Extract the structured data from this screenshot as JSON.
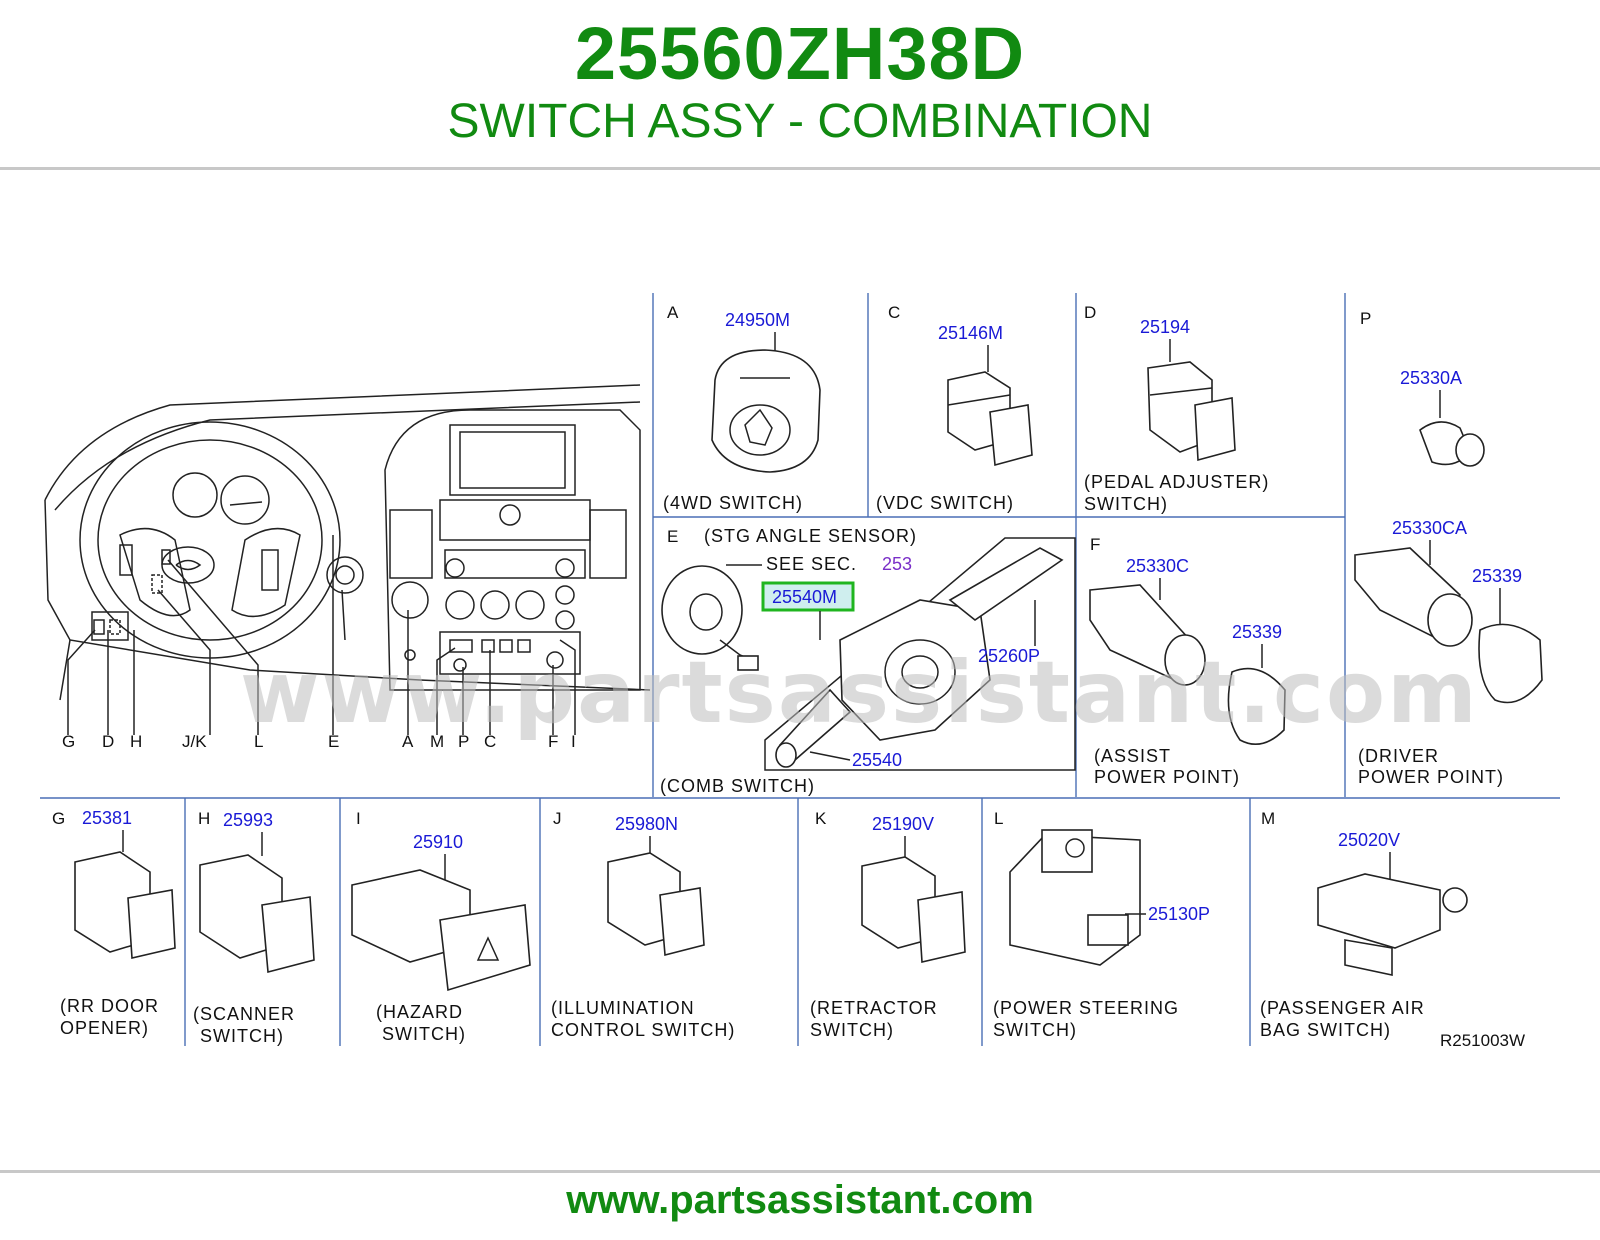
{
  "header": {
    "part_number": "25560ZH38D",
    "description": "SWITCH ASSY - COMBINATION"
  },
  "footer": {
    "url": "www.partsassistant.com"
  },
  "watermark": "www.partsassistant.com",
  "diagram_code": "R251003W",
  "dash_letters": [
    "G",
    "D",
    "H",
    "J/K",
    "L",
    "E",
    "A",
    "M",
    "P",
    "C",
    "F",
    "I"
  ],
  "panels": {
    "A": {
      "letter": "A",
      "part": "24950M",
      "caption": [
        "(4WD  SWITCH)"
      ]
    },
    "C": {
      "letter": "C",
      "part": "25146M",
      "caption": [
        "(VDC  SWITCH)"
      ]
    },
    "D": {
      "letter": "D",
      "part": "25194",
      "caption": [
        "(PEDAL  ADJUSTER)",
        "SWITCH)"
      ]
    },
    "P": {
      "letter": "P",
      "parts": [
        "25330A",
        "25330CA",
        "25339"
      ],
      "caption": [
        "(DRIVER",
        "POWER  POINT)"
      ]
    },
    "E": {
      "letter": "E",
      "title": "(STG  ANGLE  SENSOR)",
      "see_sec": "SEE  SEC.",
      "sec_no": "253",
      "highlight": "25540M",
      "parts": [
        "25260P",
        "25540"
      ],
      "caption": [
        "(COMB  SWITCH)"
      ]
    },
    "F": {
      "letter": "F",
      "parts": [
        "25330C",
        "25339"
      ],
      "caption": [
        "(ASSIST",
        "POWER  POINT)"
      ]
    },
    "G": {
      "letter": "G",
      "part": "25381",
      "caption": [
        "(RR  DOOR",
        "OPENER)"
      ]
    },
    "H": {
      "letter": "H",
      "part": "25993",
      "caption": [
        "(SCANNER",
        "SWITCH)"
      ]
    },
    "I": {
      "letter": "I",
      "part": "25910",
      "caption": [
        "(HAZARD",
        "SWITCH)"
      ]
    },
    "J": {
      "letter": "J",
      "part": "25980N",
      "caption": [
        "(ILLUMINATION",
        "CONTROL  SWITCH)"
      ]
    },
    "K": {
      "letter": "K",
      "part": "25190V",
      "caption": [
        "(RETRACTOR",
        "SWITCH)"
      ]
    },
    "L": {
      "letter": "L",
      "part": "25130P",
      "caption": [
        "(POWER  STEERING",
        "SWITCH)"
      ]
    },
    "M": {
      "letter": "M",
      "part": "25020V",
      "caption": [
        "(PASSENGER  AIR",
        "BAG  SWITCH)"
      ]
    }
  },
  "colors": {
    "title": "#118a11",
    "part_number_text": "#1a1ad6",
    "section_ref": "#7a2fc8",
    "highlight_box": "#1fb51f",
    "highlight_fill": "#cfeeee",
    "separators": "#4a6fb5"
  }
}
